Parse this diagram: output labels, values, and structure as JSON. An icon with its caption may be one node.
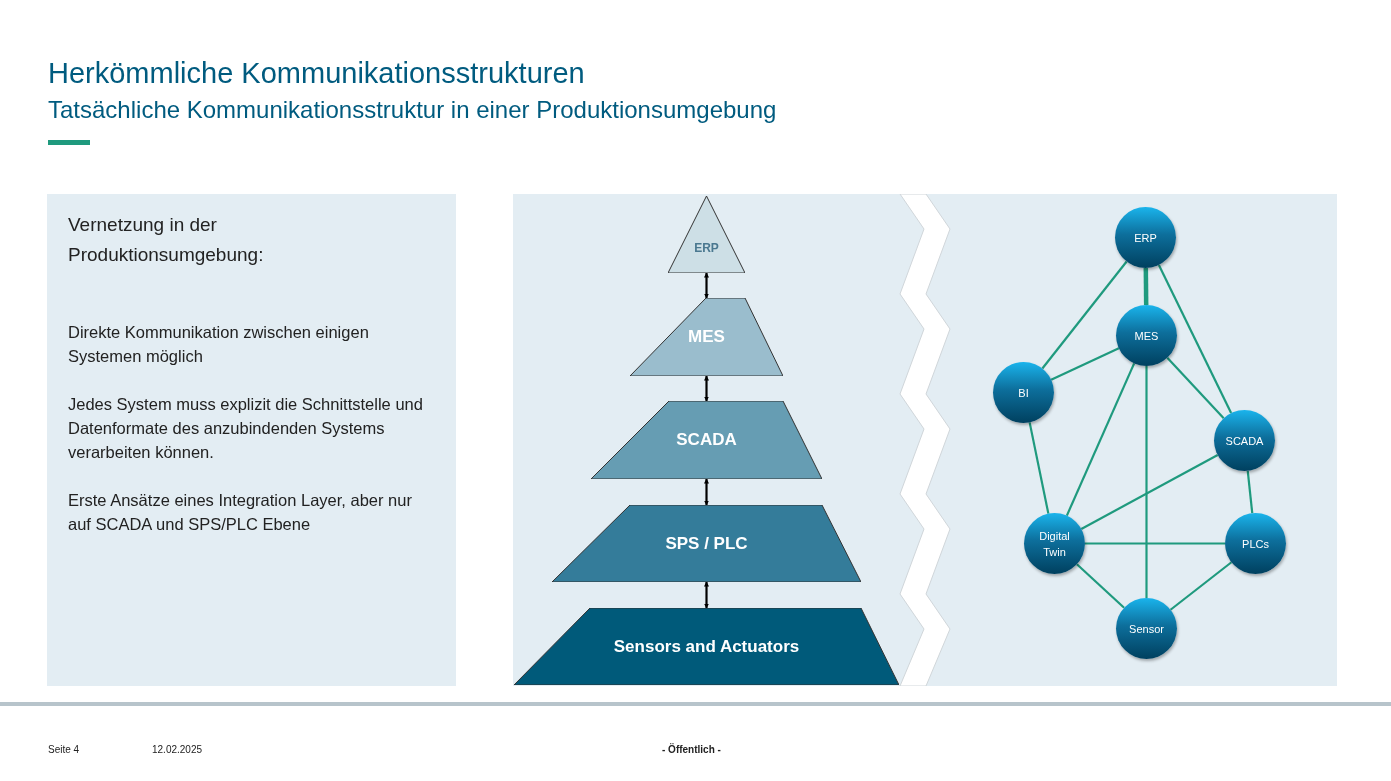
{
  "diagram": {
    "title": "Herkömmliche Kommunikationsstrukturen",
    "nodes": [
      {
        "text": [
          "Vernetzung in der Produktionsumgebung:",
          "Direkte Kommunikation zwischen einigen Systemen möglich",
          "Jedes System muss explizit die Schnittstelle und Datenformate des anzubindenden Systems verarbeiten können.",
          "Erste Ansätze eines Integration Layer, aber nur auf SCADA und SPS/PLC Ebene"
        ]
      },
      {
        "text": [
          "ERP"
        ]
      },
      {
        "text": [
          "MES"
        ]
      },
      {
        "text": [
          "SCADA"
        ]
      },
      {
        "text": [
          "SPS / PLC"
        ]
      },
      {
        "text": [
          "Sensors and Actuators"
        ]
      },
      {
        "text": [
          "ERP"
        ]
      },
      {
        "text": [
          "MES"
        ]
      },
      {
        "text": [
          "BI"
        ]
      },
      {
        "text": [
          "SCADA"
        ]
      },
      {
        "text": [
          "Digital Twin"
        ]
      },
      {
        "text": [
          "PLCs"
        ]
      },
      {
        "text": [
          "Sensor"
        ]
      }
    ],
    "edges": [
      {
        "from": 1,
        "to": 2,
        "arrow": "both",
        "color": "#000000"
      },
      {
        "from": 2,
        "to": 3,
        "arrow": "both",
        "color": "#000000"
      },
      {
        "from": 3,
        "to": 4,
        "arrow": "both",
        "color": "#000000"
      },
      {
        "from": 4,
        "to": 5,
        "arrow": "both",
        "color": "#000000"
      },
      {
        "from": 6,
        "to": 8,
        "arrow": "none"
      },
      {
        "from": 6,
        "to": 7,
        "arrow": "none",
        "style": "thick"
      },
      {
        "from": 6,
        "to": 9,
        "arrow": "none"
      },
      {
        "from": 7,
        "to": 8,
        "arrow": "none"
      },
      {
        "from": 7,
        "to": 10,
        "arrow": "none"
      },
      {
        "from": 7,
        "to": 12,
        "arrow": "none"
      },
      {
        "from": 7,
        "to": 9,
        "arrow": "none"
      },
      {
        "from": 8,
        "to": 10,
        "arrow": "none"
      },
      {
        "from": 9,
        "to": 10,
        "arrow": "none"
      },
      {
        "from": 9,
        "to": 11,
        "arrow": "none"
      },
      {
        "from": 10,
        "to": 11,
        "arrow": "none"
      },
      {
        "from": 10,
        "to": 12,
        "arrow": "none"
      },
      {
        "from": 11,
        "to": 12,
        "arrow": "none"
      }
    ],
    "labels": [
      "Tatsächliche Kommunikationsstruktur in einer Produktionsumgebung",
      "Seite 4",
      "12.02.2025",
      "- Öffentlich -"
    ]
  }
}
